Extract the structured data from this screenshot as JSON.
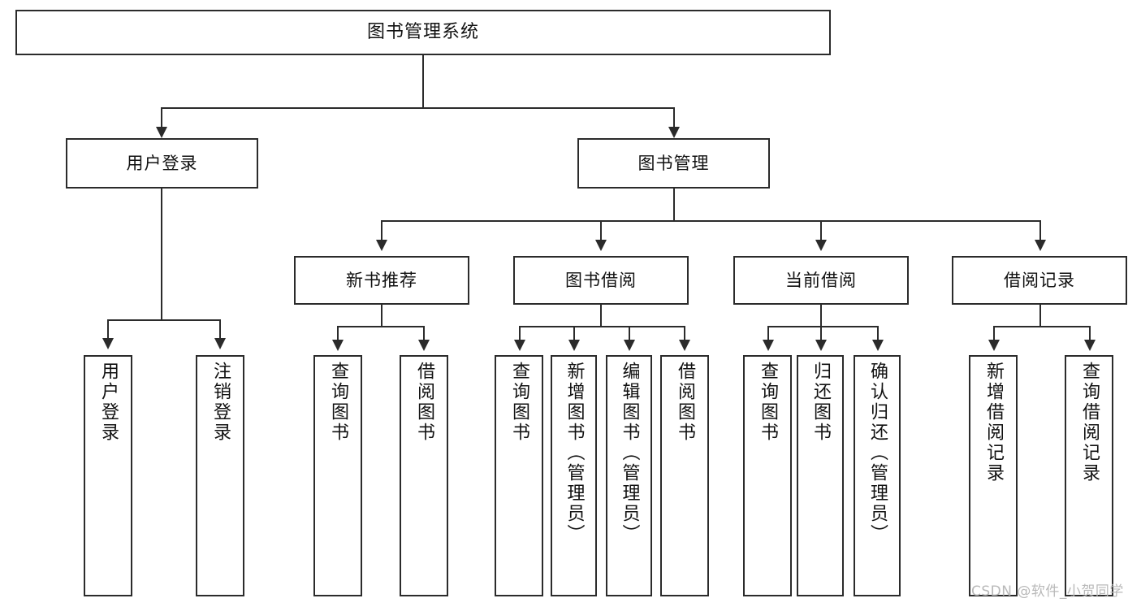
{
  "diagram": {
    "title": "图书管理系统",
    "type": "tree",
    "watermark": "CSDN @软件_小贺同学",
    "colors": {
      "stroke": "#2b2b2b",
      "fill": "#ffffff",
      "text": "#111111",
      "watermark": "#b9b9b9"
    },
    "root": {
      "label": "图书管理系统"
    },
    "level2": [
      {
        "label": "用户登录"
      },
      {
        "label": "图书管理"
      }
    ],
    "level3": [
      {
        "label": "新书推荐"
      },
      {
        "label": "图书借阅"
      },
      {
        "label": "当前借阅"
      },
      {
        "label": "借阅记录"
      }
    ],
    "leaves": {
      "user_login": [
        {
          "label": "用户登录"
        },
        {
          "label": "注销登录"
        }
      ],
      "new_book": [
        {
          "label": "查询图书"
        },
        {
          "label": "借阅图书"
        }
      ],
      "book_borrow": [
        {
          "label": "查询图书"
        },
        {
          "label": "新增图书（管理员）"
        },
        {
          "label": "编辑图书（管理员）"
        },
        {
          "label": "借阅图书"
        }
      ],
      "current_borrow": [
        {
          "label": "查询图书"
        },
        {
          "label": "归还图书"
        },
        {
          "label": "确认归还（管理员）"
        }
      ],
      "borrow_record": [
        {
          "label": "新增借阅记录"
        },
        {
          "label": "查询借阅记录"
        }
      ]
    }
  }
}
